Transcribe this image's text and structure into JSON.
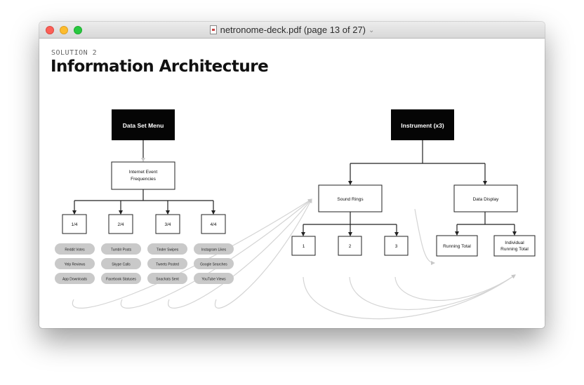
{
  "window": {
    "title": "netronome-deck.pdf (page 13 of 27)",
    "icon": "pdf-document-icon"
  },
  "slide": {
    "kicker": "SOLUTION 2",
    "heading": "Information Architecture"
  },
  "diagram": {
    "nodes": {
      "data_set_menu": "Data Set Menu",
      "internet_event_frequencies": [
        "Internet Event",
        "Frequencies"
      ],
      "beat_1": "1/4",
      "beat_2": "2/4",
      "beat_3": "3/4",
      "beat_4": "4/4",
      "instrument": "Instrument (x3)",
      "sound_rings": "Sound Rings",
      "data_display": "Data Display",
      "ring_1": "1",
      "ring_2": "2",
      "ring_3": "3",
      "running_total": "Running Total",
      "individual_running_total": [
        "Individual",
        "Running Total"
      ]
    },
    "pills": {
      "col1": [
        "Reddit Votes",
        "Yelp Reviews",
        "App Downloads"
      ],
      "col2": [
        "Tumblr Posts",
        "Skype Calls",
        "Facebook Statuses"
      ],
      "col3": [
        "Tinder Swipes",
        "Tweets Posted",
        "Snachats Sent"
      ],
      "col4": [
        "Instagram Likes",
        "Google Searches",
        "YouTube Views"
      ]
    }
  }
}
